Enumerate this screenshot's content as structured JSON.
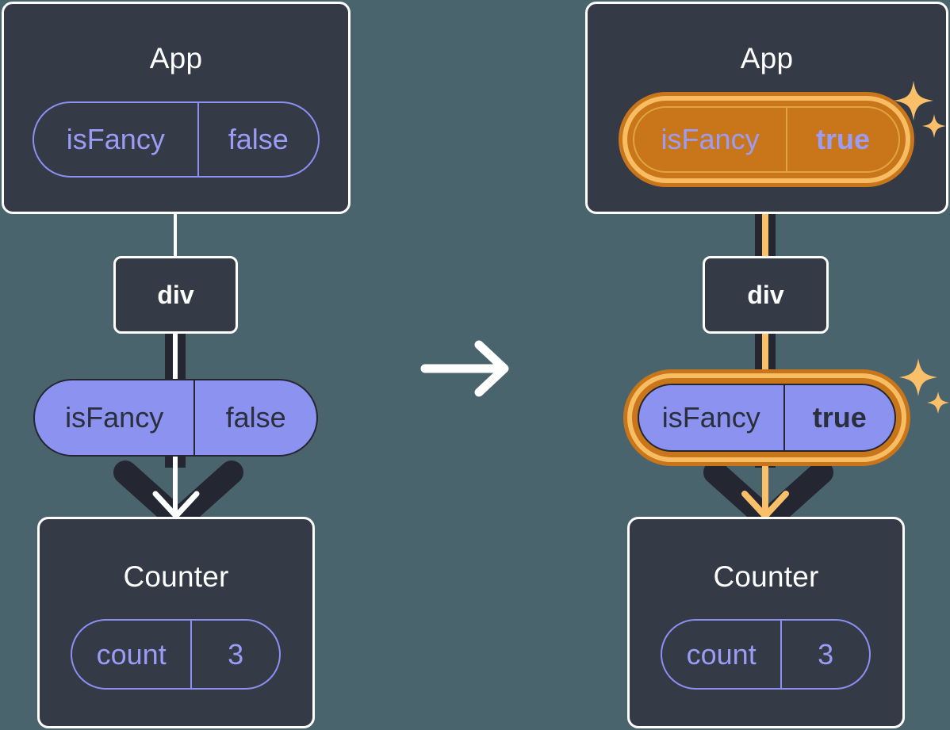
{
  "diagram": {
    "background_color": "#4a646d",
    "box_fill": "#343a46",
    "box_border": "#ffffff",
    "pill_purple": "#8b92f0",
    "pill_outline": "#8b8ff2",
    "highlight_outer": "#c9761a",
    "highlight_inner": "#f8bd63",
    "rail_dark": "#242631",
    "accent_orange": "#fabf69"
  },
  "transition": {
    "icon": "arrow-right-icon",
    "color": "#ffffff"
  },
  "panels": [
    {
      "id": "before",
      "app": {
        "title": "App",
        "state": {
          "key": "isFancy",
          "value": "false",
          "highlighted": false,
          "bold": false
        }
      },
      "div": {
        "label": "div"
      },
      "prop_pill": {
        "key": "isFancy",
        "value": "false",
        "highlighted": false,
        "bold": false
      },
      "counter": {
        "title": "Counter",
        "state": {
          "key": "count",
          "value": "3",
          "highlighted": false,
          "bold": false
        }
      },
      "arrow_color": "#ffffff",
      "sparkles": false
    },
    {
      "id": "after",
      "app": {
        "title": "App",
        "state": {
          "key": "isFancy",
          "value": "true",
          "highlighted": true,
          "bold": true
        }
      },
      "div": {
        "label": "div"
      },
      "prop_pill": {
        "key": "isFancy",
        "value": "true",
        "highlighted": true,
        "bold": true
      },
      "counter": {
        "title": "Counter",
        "state": {
          "key": "count",
          "value": "3",
          "highlighted": false,
          "bold": false
        }
      },
      "arrow_color": "#fabf69",
      "sparkles": true
    }
  ]
}
